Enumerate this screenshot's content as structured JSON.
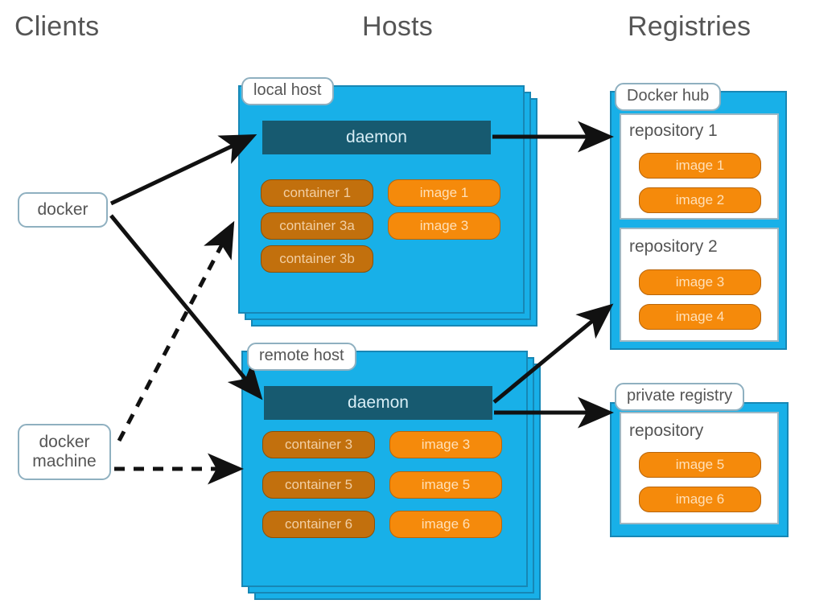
{
  "headers": {
    "clients": "Clients",
    "hosts": "Hosts",
    "registries": "Registries"
  },
  "clients": [
    {
      "id": "docker",
      "label": "docker"
    },
    {
      "id": "docker-machine",
      "label": "docker\nmachine"
    }
  ],
  "hosts": [
    {
      "id": "local-host",
      "label": "local host",
      "daemon": "daemon",
      "containers": [
        "container 1",
        "container 3a",
        "container 3b"
      ],
      "images": [
        "image 1",
        "image 3"
      ]
    },
    {
      "id": "remote-host",
      "label": "remote host",
      "daemon": "daemon",
      "containers": [
        "container 3",
        "container 5",
        "container 6"
      ],
      "images": [
        "image 3",
        "image 5",
        "image 6"
      ]
    }
  ],
  "registries": [
    {
      "id": "docker-hub",
      "label": "Docker hub",
      "repositories": [
        {
          "title": "repository 1",
          "images": [
            "image 1",
            "image 2"
          ]
        },
        {
          "title": "repository 2",
          "images": [
            "image 3",
            "image 4"
          ]
        }
      ]
    },
    {
      "id": "private-registry",
      "label": "private registry",
      "repositories": [
        {
          "title": "repository",
          "images": [
            "image 5",
            "image 6"
          ]
        }
      ]
    }
  ],
  "connections": [
    {
      "from": "docker",
      "to": "local-host-daemon",
      "style": "solid"
    },
    {
      "from": "docker",
      "to": "remote-host-daemon",
      "style": "solid"
    },
    {
      "from": "docker-machine",
      "to": "local-host",
      "style": "dashed"
    },
    {
      "from": "docker-machine",
      "to": "remote-host",
      "style": "dashed"
    },
    {
      "from": "local-host-daemon",
      "to": "repository-1",
      "style": "solid"
    },
    {
      "from": "remote-host-daemon",
      "to": "repository-2",
      "style": "solid"
    },
    {
      "from": "remote-host-daemon",
      "to": "private-registry",
      "style": "solid"
    }
  ],
  "colors": {
    "host_fill": "#18b0e8",
    "host_border": "#1787b5",
    "daemon_fill": "#175a70",
    "container_fill": "#c2700d",
    "image_fill": "#f58a0b",
    "label_border": "#8fb0c0",
    "arrow": "#111111",
    "text": "#555555",
    "background": "#ffffff"
  }
}
